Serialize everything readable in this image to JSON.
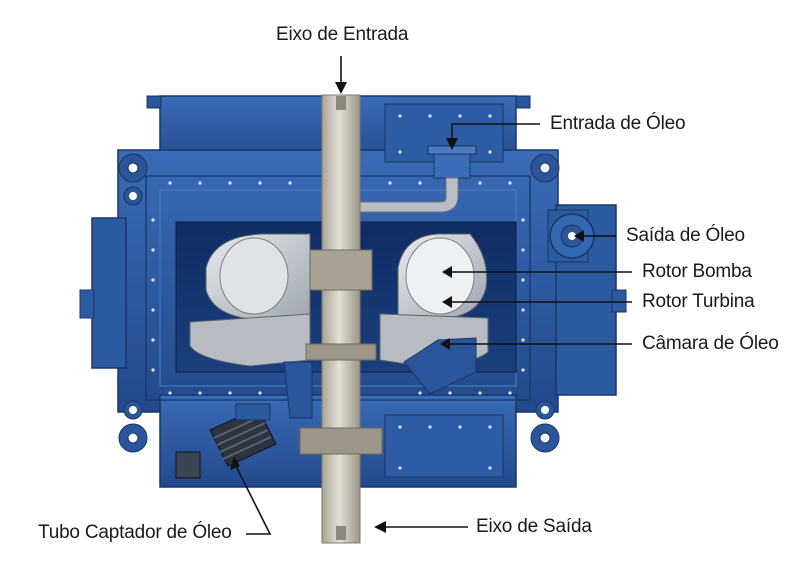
{
  "labels": {
    "input_shaft": "Eixo de Entrada",
    "oil_inlet": "Entrada de Óleo",
    "oil_outlet": "Saída de Óleo",
    "pump_rotor": "Rotor Bomba",
    "turbine_rotor": "Rotor Turbina",
    "oil_chamber": "Câmara de Óleo",
    "output_shaft": "Eixo de Saída",
    "oil_pickup_tube": "Tubo Captador de Óleo"
  },
  "colors": {
    "housing": "#2f5fa8",
    "housing_dark": "#1d3f7a",
    "housing_light": "#4f80c6",
    "shaft": "#c9c4b8",
    "rotor": "#c8cdd3",
    "leader": "#111111"
  }
}
